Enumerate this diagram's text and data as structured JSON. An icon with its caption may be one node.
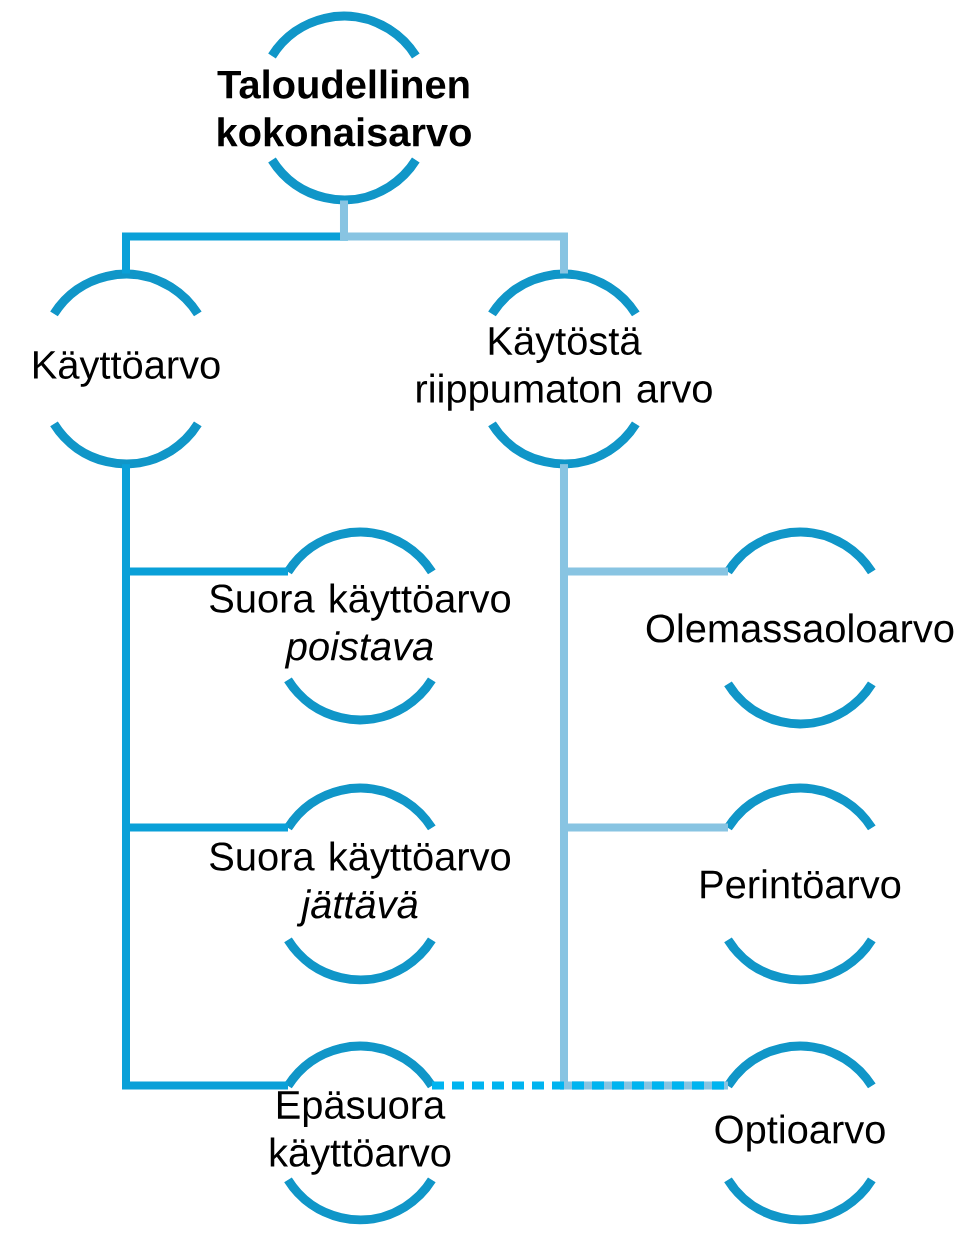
{
  "diagram": {
    "nodes": [
      {
        "text": [
          "Taloudellinen kokonaisarvo"
        ]
      },
      {
        "text": [
          "Käyttöarvo"
        ]
      },
      {
        "text": [
          "Käytöstä riippumaton arvo"
        ]
      },
      {
        "text": [
          "Suora käyttöarvo",
          "poistava"
        ]
      },
      {
        "text": [
          "Suora käyttöarvo",
          "jättävä"
        ]
      },
      {
        "text": [
          "Epäsuora käyttöarvo"
        ]
      },
      {
        "text": [
          "Olemassaoloarvo"
        ]
      },
      {
        "text": [
          "Perintöarvo"
        ]
      },
      {
        "text": [
          "Optioarvo"
        ]
      }
    ],
    "edges": [
      {
        "from": 0,
        "to": 1,
        "arrow": "none"
      },
      {
        "from": 0,
        "to": 2,
        "arrow": "none",
        "color": "#88c4e2"
      },
      {
        "from": 1,
        "to": 3,
        "arrow": "none"
      },
      {
        "from": 1,
        "to": 4,
        "arrow": "none"
      },
      {
        "from": 1,
        "to": 5,
        "arrow": "none"
      },
      {
        "from": 2,
        "to": 6,
        "arrow": "none",
        "color": "#88c4e2"
      },
      {
        "from": 2,
        "to": 7,
        "arrow": "none",
        "color": "#88c4e2"
      },
      {
        "from": 2,
        "to": 8,
        "arrow": "none",
        "color": "#88c4e2"
      },
      {
        "from": 5,
        "to": 8,
        "arrow": "none",
        "style": "dashed",
        "color": "#00b4f0"
      }
    ]
  }
}
